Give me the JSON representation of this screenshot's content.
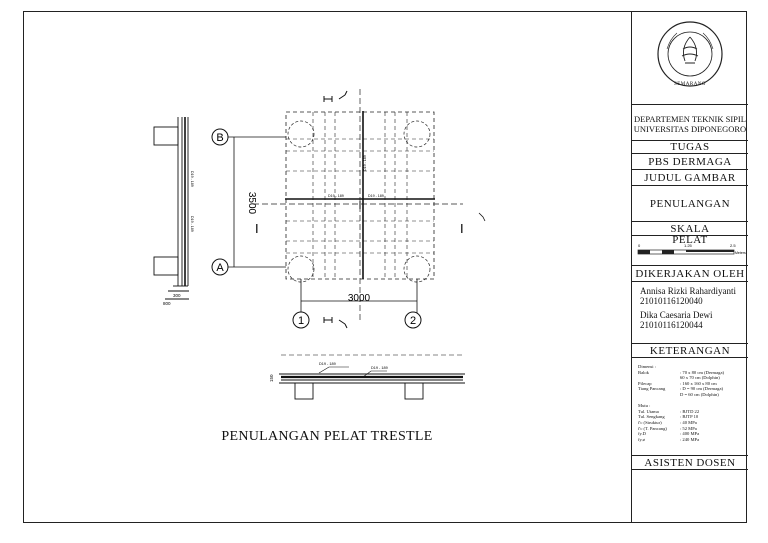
{
  "drawing": {
    "title": "PENULANGAN PELAT TRESTLE",
    "grid_labels": {
      "b": "B",
      "a": "A",
      "one": "1",
      "two": "2"
    },
    "dimensions": {
      "vertical": "3500",
      "horizontal": "3000",
      "side_width": "800",
      "side_small": "300"
    },
    "section_marks": {
      "left": "I",
      "right": "I"
    },
    "rebar_labels": {
      "top": "D19 - 189",
      "bottom": "D19 - 189",
      "plan_h_top": "D19 - 189",
      "plan_h_bottom": "D19 - 189",
      "plan_v": "D19 - 189",
      "side_a": "D19 - 189",
      "side_b": "D19 - 189",
      "sec_h": "150"
    }
  },
  "title_block": {
    "logo_text": "SEMARANG",
    "institution_1": "DEPARTEMEN TEKNIK SIPIL",
    "institution_2": "UNIVERSITAS DIPONEGORO",
    "tugas_label": "TUGAS",
    "tugas_value": "PBS DERMAGA",
    "judul_label": "JUDUL GAMBAR",
    "judul_value": "PENULANGAN PELAT",
    "skala_label": "SKALA",
    "scale_ticks": [
      "0",
      "1.25",
      "2.5"
    ],
    "scale_unit": "Meters",
    "dikerjakan_label": "DIKERJAKAN OLEH",
    "author_1_name": "Annisa Rizki Rahardiyanti",
    "author_1_id": "21010116120040",
    "author_2_name": "Dika Caesaria Dewi",
    "author_2_id": "21010116120044",
    "keterangan_label": "KETERANGAN",
    "keterangan": [
      {
        "k": "Dimensi :",
        "v": ""
      },
      {
        "k": "Balok",
        "v": ": 70 x 80 cm (Dermaga)"
      },
      {
        "k": "",
        "v": "  60 x 70 cm (Dolphin)"
      },
      {
        "k": "Pilecap",
        "v": ": 160 x 160 x 80 cm"
      },
      {
        "k": "Tiang Pancang",
        "v": ": D = 90 cm (Dermaga)"
      },
      {
        "k": "",
        "v": "  D = 60 cm (Dolphin)"
      },
      {
        "k": "",
        "v": ""
      },
      {
        "k": "Mutu :",
        "v": ""
      },
      {
        "k": "Tul. Utama",
        "v": ": BJTD 22"
      },
      {
        "k": "Tul. Sengkang",
        "v": ": BJTP 10"
      },
      {
        "k": "f'c (Struktur)",
        "v": ": 40 MPa"
      },
      {
        "k": "f'c (T. Pancang)",
        "v": ": 52 MPa"
      },
      {
        "k": "fy.D",
        "v": ": 400 MPa"
      },
      {
        "k": "fy.ø",
        "v": ": 240 MPa"
      }
    ],
    "asisten_label": "ASISTEN DOSEN"
  }
}
